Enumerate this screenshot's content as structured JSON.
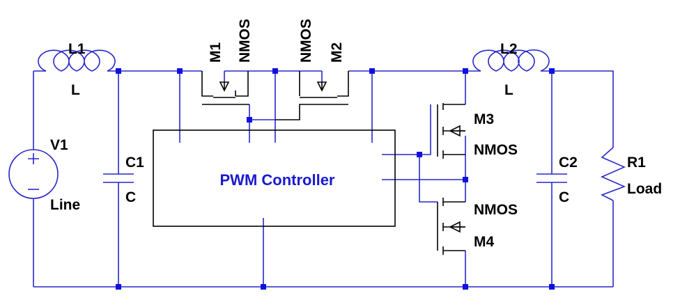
{
  "colors": {
    "wire": "#2727c8",
    "junction": "#1010e0",
    "device": "#000000",
    "controller_text": "#1a1ad0",
    "background": "#ffffff"
  },
  "components": {
    "v1": {
      "name": "V1",
      "value": "Line"
    },
    "l1": {
      "name": "L1",
      "value": "L"
    },
    "c1": {
      "name": "C1",
      "value": "C"
    },
    "m1": {
      "name": "M1",
      "value": "NMOS"
    },
    "m2": {
      "name": "M2",
      "value": "NMOS"
    },
    "m3": {
      "name": "M3",
      "value": "NMOS"
    },
    "m4": {
      "name": "M4",
      "value": "NMOS"
    },
    "l2": {
      "name": "L2",
      "value": "L"
    },
    "c2": {
      "name": "C2",
      "value": "C"
    },
    "r1": {
      "name": "R1",
      "value": "Load"
    }
  },
  "controller": {
    "label": "PWM Controller"
  }
}
